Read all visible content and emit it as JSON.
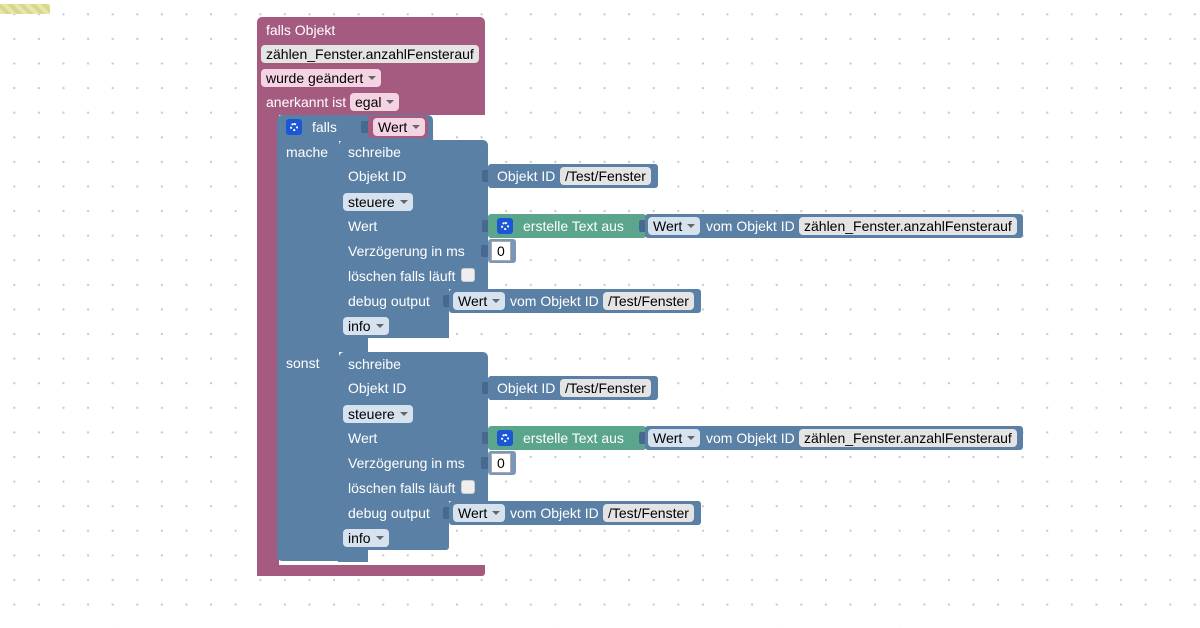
{
  "trigger": {
    "title": "falls Objekt",
    "object_id": "zählen_Fenster.anzahlFensterauf",
    "change": "wurde geändert",
    "ack_label": "anerkannt ist",
    "ack_value": "egal"
  },
  "ifblock": {
    "label": "falls",
    "condition": "Wert",
    "then_label": "mache",
    "else_label": "sonst"
  },
  "branches": [
    {
      "write_label": "schreibe",
      "objid_label": "Objekt ID",
      "objid_value_label": "Objekt ID",
      "objid_value": "/Test/Fenster",
      "mode": "steuere",
      "value_label": "Wert",
      "text_label": "erstelle Text aus",
      "text_dd": "Wert",
      "from_label": "vom Objekt ID",
      "from_value": "zählen_Fenster.anzahlFensterauf",
      "delay_label": "Verzögerung in ms",
      "delay_value": "0",
      "clear_label": "löschen falls läuft",
      "debug_label": "debug output",
      "debug_dd": "Wert",
      "debug_from_label": "vom Objekt ID",
      "debug_from_value": "/Test/Fenster",
      "level": "info"
    },
    {
      "write_label": "schreibe",
      "objid_label": "Objekt ID",
      "objid_value_label": "Objekt ID",
      "objid_value": "/Test/Fenster",
      "mode": "steuere",
      "value_label": "Wert",
      "text_label": "erstelle Text aus",
      "text_dd": "Wert",
      "from_label": "vom Objekt ID",
      "from_value": "zählen_Fenster.anzahlFensterauf",
      "delay_label": "Verzögerung in ms",
      "delay_value": "0",
      "clear_label": "löschen falls läuft",
      "debug_label": "debug output",
      "debug_dd": "Wert",
      "debug_from_label": "vom Objekt ID",
      "debug_from_value": "/Test/Fenster",
      "level": "info"
    }
  ],
  "colors": {
    "trigger": "#a55b80",
    "logic": "#5b80a5",
    "text": "#5ba58c",
    "gear": "#1a56d6"
  },
  "icons": {
    "mutator": "gear-icon"
  }
}
